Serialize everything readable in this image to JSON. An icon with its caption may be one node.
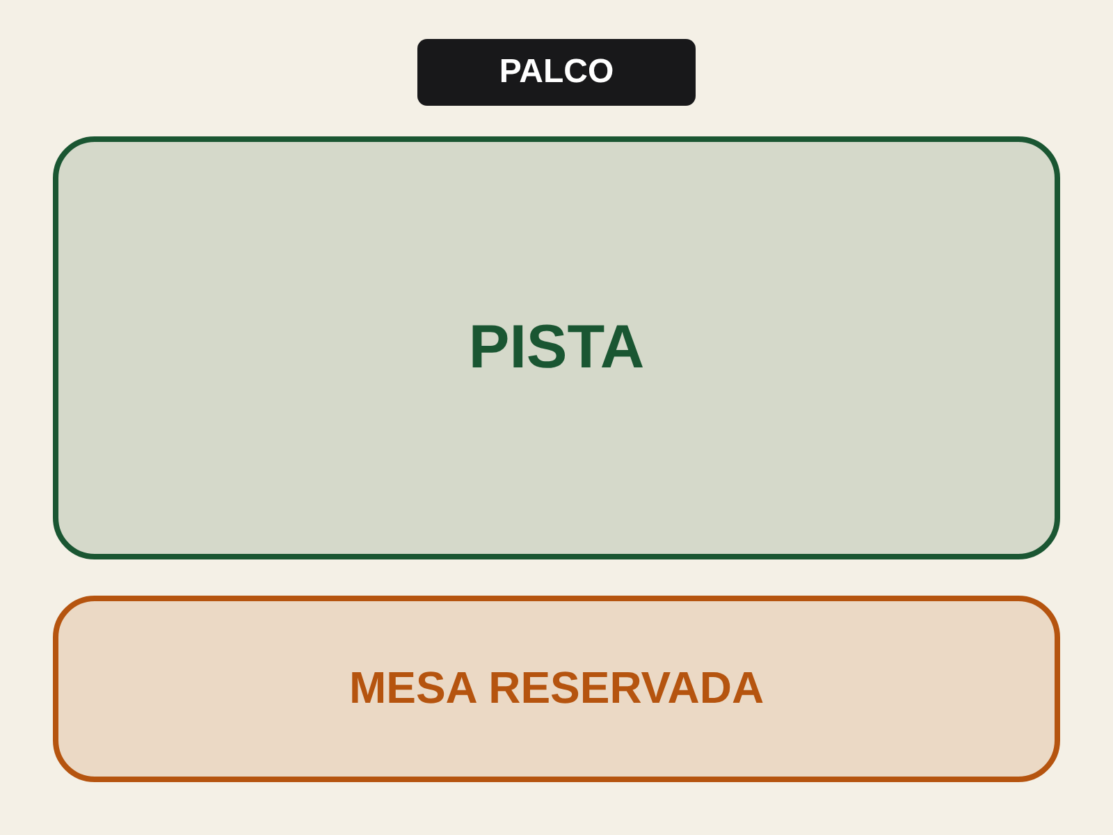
{
  "diagram": {
    "nodes": [
      {
        "text": [
          "PALCO"
        ]
      },
      {
        "text": [
          "PISTA"
        ]
      },
      {
        "text": [
          "MESA RESERVADA"
        ]
      }
    ]
  }
}
